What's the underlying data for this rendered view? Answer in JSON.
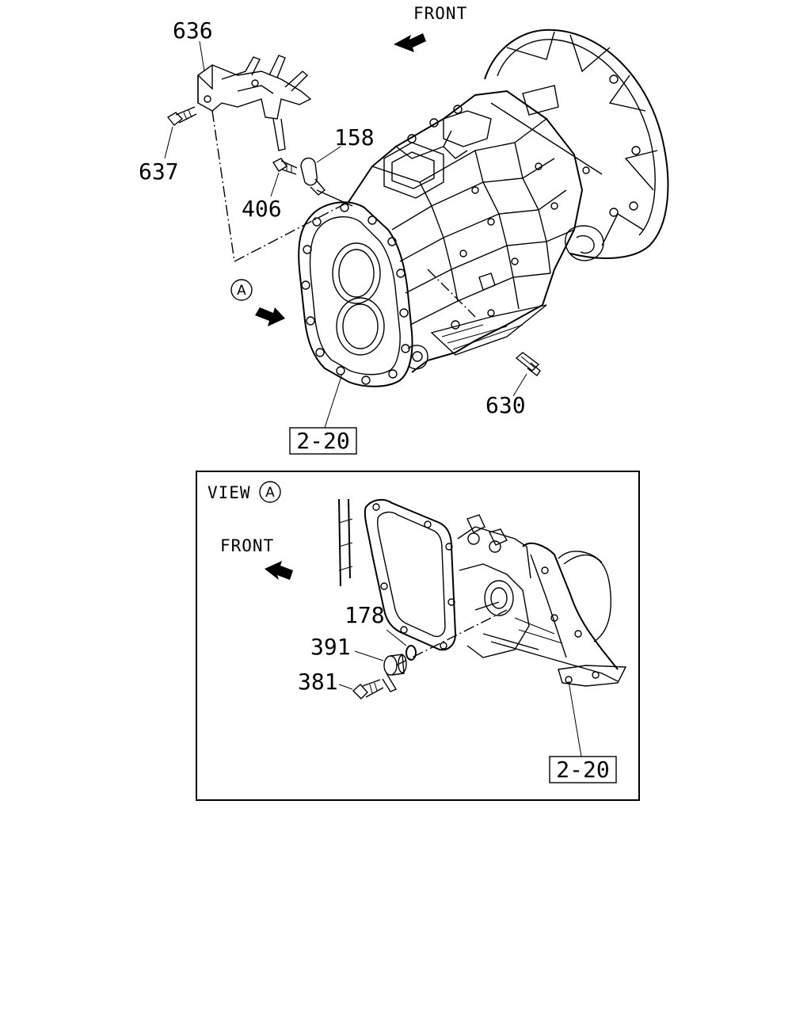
{
  "labels": {
    "front_top": "FRONT",
    "front_view": "FRONT",
    "view_word": "VIEW",
    "view_circle": "A",
    "ref_circle": "A",
    "part_636": "636",
    "part_637": "637",
    "part_406": "406",
    "part_158": "158",
    "part_630": "630",
    "part_178": "178",
    "part_391": "391",
    "part_381": "381",
    "ref_box_main": "2-20",
    "ref_box_view": "2-20"
  }
}
